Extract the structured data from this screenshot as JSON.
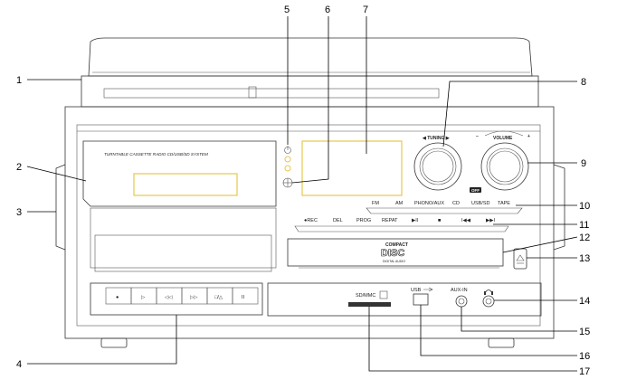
{
  "colors": {
    "line": "#333333",
    "display_outline": "#e6c84e",
    "background": "#ffffff"
  },
  "panel": {
    "cassette_title": "TURNTABLE CASSETTE RADIO CD/USB/SD SYSTEM",
    "tuning_label": "◀ TUNING ▶",
    "volume_label": "VOLUME",
    "volume_minus": "–",
    "volume_plus": "+",
    "off_label": "OFF",
    "source_buttons": [
      "FM",
      "AM",
      "PHONO/AUX",
      "CD",
      "USB/SD",
      "TAPE"
    ],
    "function_buttons": [
      "●REC",
      "DEL",
      "PROG",
      "REPAT",
      "▶II",
      "■",
      "I◀◀",
      "▶▶I"
    ],
    "cd_logo_line1": "COMPACT",
    "cd_logo_line2": "DISC",
    "cd_logo_line3": "DIGITAL AUDIO",
    "sd_label": "SD/MMC",
    "usb_label": "USB",
    "aux_label": "AUX-IN",
    "cassette_icons": [
      "●",
      "▷",
      "◁◁",
      "▷▷",
      "□/△",
      "II"
    ]
  },
  "callouts": [
    "1",
    "2",
    "3",
    "4",
    "5",
    "6",
    "7",
    "8",
    "9",
    "10",
    "11",
    "12",
    "13",
    "14",
    "15",
    "16",
    "17"
  ]
}
